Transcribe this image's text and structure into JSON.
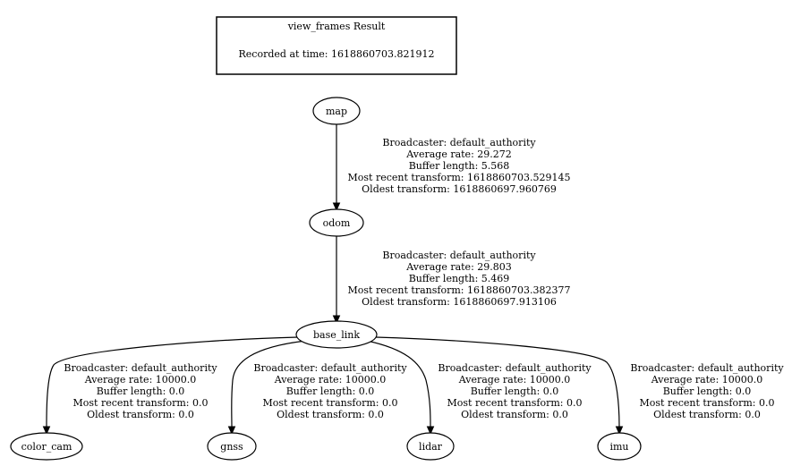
{
  "header": {
    "title": "view_frames Result",
    "recorded": "Recorded at time: 1618860703.821912"
  },
  "nodes": {
    "map": "map",
    "odom": "odom",
    "base_link": "base_link",
    "color_cam": "color_cam",
    "gnss": "gnss",
    "lidar": "lidar",
    "imu": "imu"
  },
  "edges": {
    "map_odom": [
      "Broadcaster: default_authority",
      "Average rate: 29.272",
      "Buffer length: 5.568",
      "Most recent transform: 1618860703.529145",
      "Oldest transform: 1618860697.960769"
    ],
    "odom_base_link": [
      "Broadcaster: default_authority",
      "Average rate: 29.803",
      "Buffer length: 5.469",
      "Most recent transform: 1618860703.382377",
      "Oldest transform: 1618860697.913106"
    ],
    "base_link_color_cam": [
      "Broadcaster: default_authority",
      "Average rate: 10000.0",
      "Buffer length: 0.0",
      "Most recent transform: 0.0",
      "Oldest transform: 0.0"
    ],
    "base_link_gnss": [
      "Broadcaster: default_authority",
      "Average rate: 10000.0",
      "Buffer length: 0.0",
      "Most recent transform: 0.0",
      "Oldest transform: 0.0"
    ],
    "base_link_lidar": [
      "Broadcaster: default_authority",
      "Average rate: 10000.0",
      "Buffer length: 0.0",
      "Most recent transform: 0.0",
      "Oldest transform: 0.0"
    ],
    "base_link_imu": [
      "Broadcaster: default_authority",
      "Average rate: 10000.0",
      "Buffer length: 0.0",
      "Most recent transform: 0.0",
      "Oldest transform: 0.0"
    ]
  }
}
